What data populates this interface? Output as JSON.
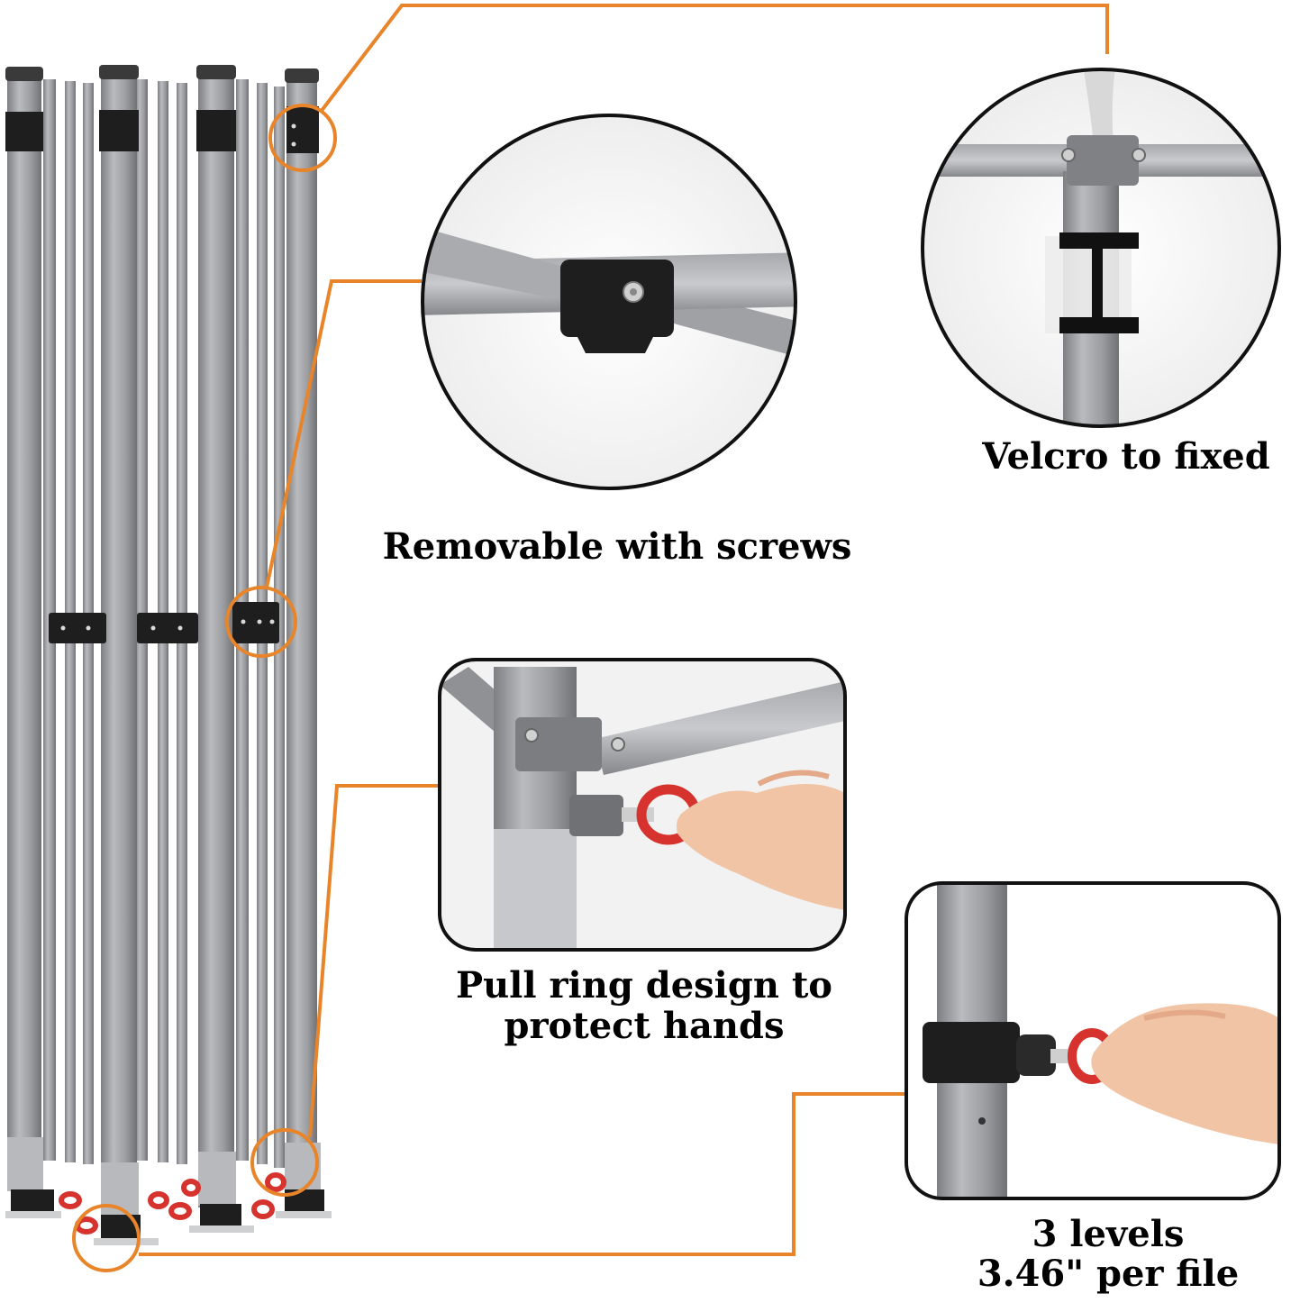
{
  "colors": {
    "callout_orange": "#E8852A",
    "frame_gray": "#8E9094",
    "frame_gray_light": "#B4B6BA",
    "bracket_black": "#1E1E1E",
    "pull_ring_red": "#D6332E",
    "canopy_white": "#F4F4F4"
  },
  "callouts": {
    "removable_screws": {
      "label": "Removable with screws"
    },
    "velcro": {
      "label": "Velcro to fixed"
    },
    "pull_ring": {
      "line1": "Pull ring design to",
      "line2": "protect hands"
    },
    "levels": {
      "line1": "3 levels",
      "line2": "3.46\" per file"
    }
  }
}
